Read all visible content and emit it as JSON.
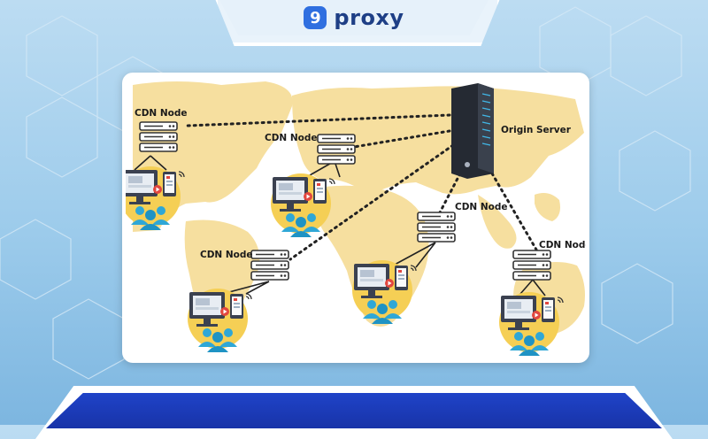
{
  "brand": {
    "logo_glyph": "9",
    "name": "proxy",
    "color": "#2f6fe0"
  },
  "diagram": {
    "origin_server_label": "Origin Server",
    "node_label": "CDN Node",
    "colors": {
      "map": "#f6df9f",
      "connector": "#222222",
      "server": "#252a33",
      "server_led": "#41b6e6",
      "user_group": "#2fa7d6"
    },
    "nodes": [
      {
        "id": "node-west",
        "label": "CDN Node"
      },
      {
        "id": "node-europe",
        "label": "CDN Node"
      },
      {
        "id": "node-south-america",
        "label": "CDN Node"
      },
      {
        "id": "node-africa",
        "label": "CDN Node"
      },
      {
        "id": "node-australia",
        "label": "CDN Node"
      }
    ]
  }
}
